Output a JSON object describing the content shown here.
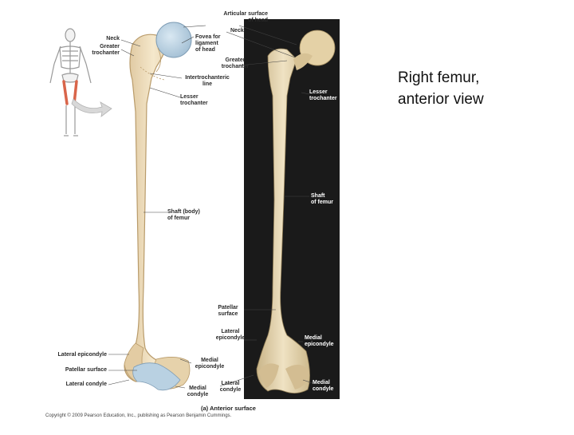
{
  "caption": "Right femur,\nanterior view",
  "subcaption": "(a) Anterior surface",
  "copyright": "Copyright © 2009 Pearson Education, Inc., publishing as Pearson Benjamin Cummings.",
  "labels": {
    "articular_surface": "Articular surface\nof head",
    "neck_left": "Neck",
    "greater_trochanter_left": "Greater\ntrochanter",
    "neck_mid": "Neck",
    "fovea": "Fovea for\nligament\nof head",
    "greater_trochanter_mid": "Greater\ntrochanter",
    "intertrochanteric": "Intertrochanteric\nline",
    "lesser_trochanter_mid": "Lesser\ntrochanter",
    "lesser_trochanter_photo": "Lesser\ntrochanter",
    "shaft_mid": "Shaft (body)\nof femur",
    "shaft_photo": "Shaft\nof femur",
    "patellar_surface_mid": "Patellar\nsurface",
    "lateral_epicondyle_mid": "Lateral\nepicondyle",
    "medial_epicondyle_photo": "Medial\nepicondyle",
    "lateral_epicondyle_left": "Lateral epicondyle",
    "patellar_surface_left": "Patellar surface",
    "lateral_condyle_left": "Lateral condyle",
    "medial_epicondyle_mid": "Medial\nepicondyle",
    "lateral_condyle_mid": "Lateral\ncondyle",
    "medial_condyle_mid": "Medial\ncondyle",
    "medial_condyle_photo": "Medial\ncondyle"
  },
  "colors": {
    "bone_fill": "#ecd9b4",
    "bone_edge": "#b99b6a",
    "cartilage": "#b9d1e2",
    "photo_bg": "#1a1a1a",
    "photo_bone": "#e0cfa5",
    "skeleton_highlight": "#d9654a"
  }
}
